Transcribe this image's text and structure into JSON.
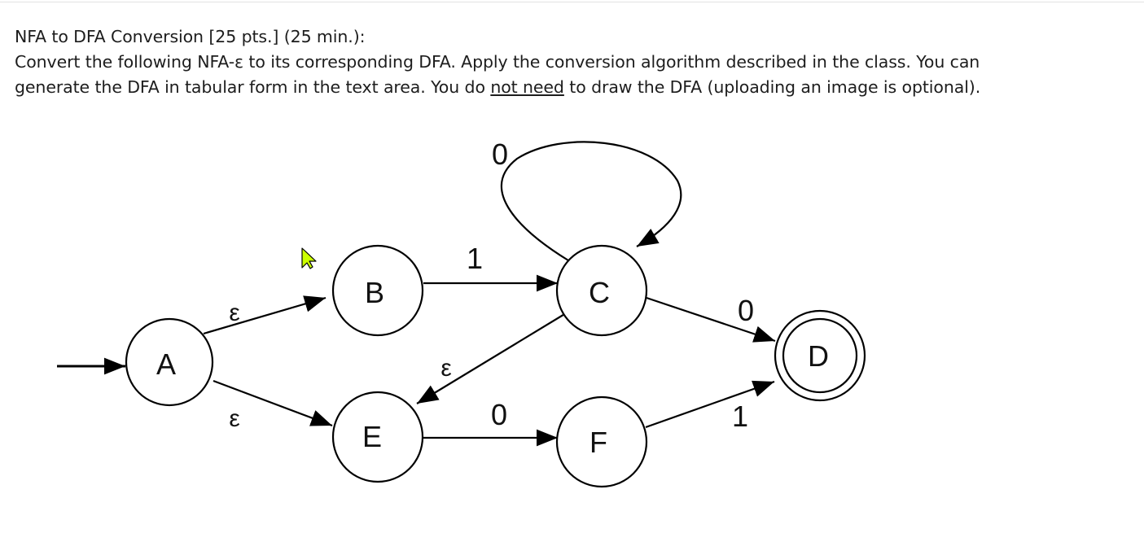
{
  "question": {
    "heading": "NFA to DFA Conversion [25 pts.] (25 min.):",
    "line1": "Convert the following NFA-ε to its corresponding DFA. Apply the conversion algorithm described in the class. You can",
    "line2_before": "generate the DFA in tabular form in the text area. You do ",
    "line2_underlined": "not need",
    "line2_after": " to draw the DFA (uploading an image is optional)."
  },
  "diagram": {
    "states": [
      {
        "id": "A",
        "label": "A",
        "accepting": false,
        "start": true
      },
      {
        "id": "B",
        "label": "B",
        "accepting": false,
        "start": false
      },
      {
        "id": "C",
        "label": "C",
        "accepting": false,
        "start": false
      },
      {
        "id": "D",
        "label": "D",
        "accepting": true,
        "start": false
      },
      {
        "id": "E",
        "label": "E",
        "accepting": false,
        "start": false
      },
      {
        "id": "F",
        "label": "F",
        "accepting": false,
        "start": false
      }
    ],
    "transitions": [
      {
        "from": "A",
        "to": "B",
        "symbol": "ε"
      },
      {
        "from": "A",
        "to": "E",
        "symbol": "ε"
      },
      {
        "from": "B",
        "to": "C",
        "symbol": "1"
      },
      {
        "from": "C",
        "to": "C",
        "symbol": "0"
      },
      {
        "from": "C",
        "to": "D",
        "symbol": "0"
      },
      {
        "from": "C",
        "to": "E",
        "symbol": "ε"
      },
      {
        "from": "E",
        "to": "F",
        "symbol": "0"
      },
      {
        "from": "F",
        "to": "D",
        "symbol": "1"
      }
    ]
  },
  "cursor": {
    "icon": "mouse-pointer-icon",
    "color": "#ccff00"
  }
}
